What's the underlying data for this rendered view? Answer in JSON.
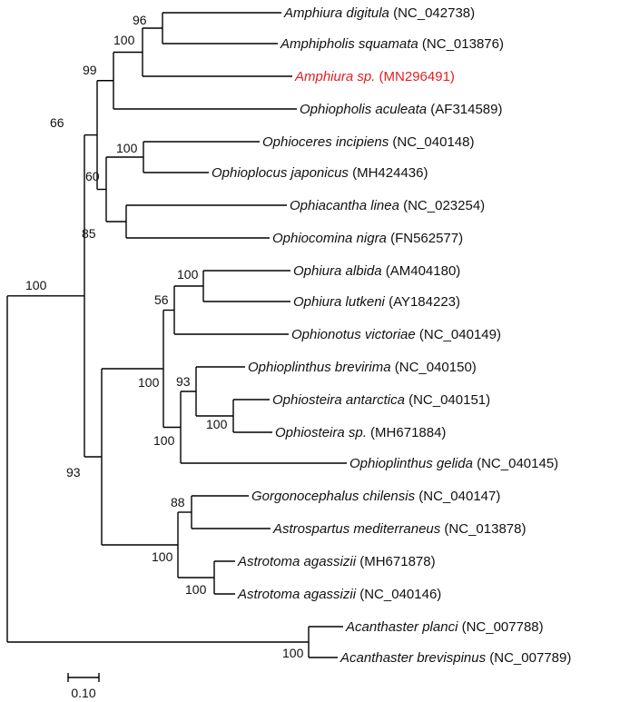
{
  "tree": {
    "taxa": [
      {
        "species": "Amphiura digitula",
        "accession": "NC_042738"
      },
      {
        "species": "Amphipholis squamata",
        "accession": "NC_013876"
      },
      {
        "species": "Amphiura sp.",
        "accession": "MN296491",
        "highlight": true,
        "color": "#e31e24"
      },
      {
        "species": "Ophiopholis aculeata",
        "accession": "AF314589"
      },
      {
        "species": "Ophioceres incipiens",
        "accession": "NC_040148"
      },
      {
        "species": "Ophioplocus japonicus",
        "accession": "MH424436"
      },
      {
        "species": "Ophiacantha linea",
        "accession": "NC_023254"
      },
      {
        "species": "Ophiocomina nigra",
        "accession": "FN562577"
      },
      {
        "species": "Ophiura albida",
        "accession": "AM404180"
      },
      {
        "species": "Ophiura lutkeni",
        "accession": "AY184223"
      },
      {
        "species": "Ophionotus victoriae",
        "accession": "NC_040149"
      },
      {
        "species": "Ophioplinthus brevirima",
        "accession": "NC_040150"
      },
      {
        "species": "Ophiosteira antarctica",
        "accession": "NC_040151"
      },
      {
        "species": "Ophiosteira sp.",
        "accession": "MH671884"
      },
      {
        "species": "Ophioplinthus gelida",
        "accession": "NC_040145"
      },
      {
        "species": "Gorgonocephalus chilensis",
        "accession": "NC_040147"
      },
      {
        "species": "Astrospartus mediterraneus",
        "accession": "NC_013878"
      },
      {
        "species": "Astrotoma agassizii",
        "accession": "MH671878"
      },
      {
        "species": "Astrotoma agassizii",
        "accession": "NC_040146"
      },
      {
        "species": "Acanthaster planci",
        "accession": "NC_007788"
      },
      {
        "species": "Acanthaster brevispinus",
        "accession": "NC_007789"
      }
    ],
    "supports": [
      "96",
      "100",
      "99",
      "66",
      "100",
      "60",
      "85",
      "100",
      "100",
      "56",
      "100",
      "93",
      "100",
      "100",
      "93",
      "88",
      "100",
      "100",
      "100"
    ],
    "scale_bar_label": "0.10",
    "label_color": "#111111",
    "branch_color": "#000000"
  }
}
